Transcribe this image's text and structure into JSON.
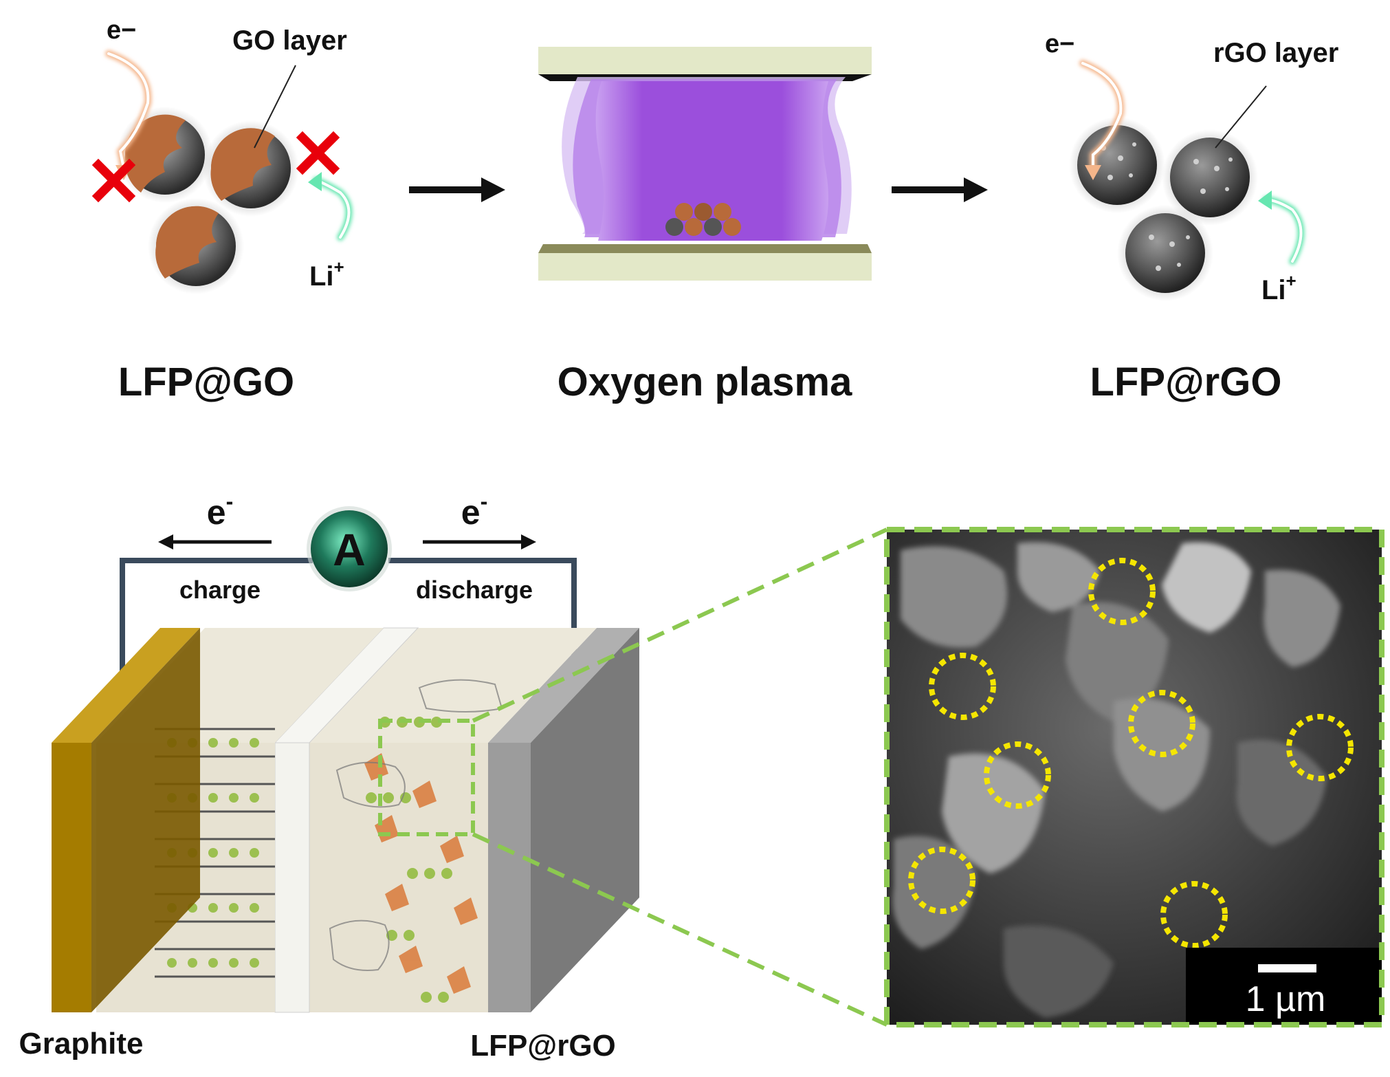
{
  "top": {
    "left_panel": {
      "electron_label": "e−",
      "layer_label": "GO layer",
      "ion_label": "Li",
      "ion_sup": "+",
      "caption": "LFP@GO"
    },
    "middle_panel": {
      "caption": "Oxygen plasma"
    },
    "right_panel": {
      "electron_label": "e−",
      "layer_label": "rGO layer",
      "ion_label": "Li",
      "ion_sup": "+",
      "caption": "LFP@rGO"
    }
  },
  "bottom": {
    "ammeter_label": "A",
    "left_electron": "e",
    "left_electron_sup": "-",
    "right_electron": "e",
    "right_electron_sup": "-",
    "charge_label": "charge",
    "discharge_label": "discharge",
    "anode_label": "Graphite",
    "cathode_label": "LFP@rGO",
    "scale_bar_label": "1 µm"
  },
  "colors": {
    "go_coating": "#b86a3a",
    "particle_gray": "#6e6e6e",
    "plasma_purple": "#9b4fdc",
    "electrode_plate": "#e3e8c8",
    "electron_arrow": "#f4b58a",
    "ion_arrow": "#66e6b0",
    "cross_red": "#e8000b",
    "zoom_green": "#8cc850",
    "highlight_yellow": "#f5e600",
    "ammeter_teal": "#1f7a5c",
    "anode_gold": "#a57c00",
    "cathode_gray": "#8a8a8a",
    "wire": "#3a4a5c"
  }
}
